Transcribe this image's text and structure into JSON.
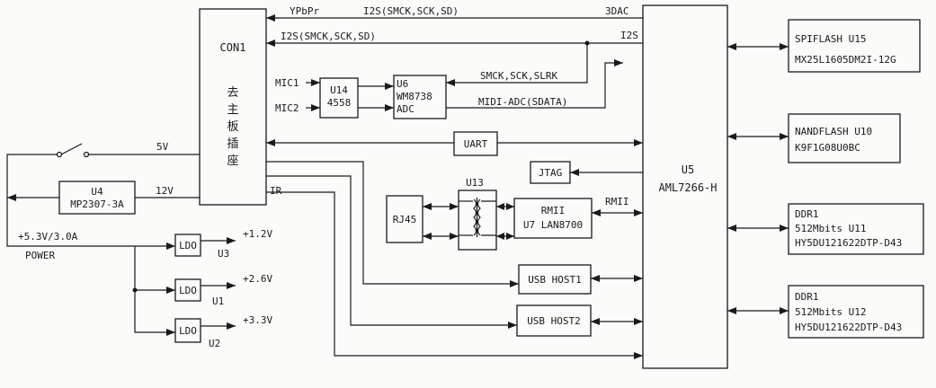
{
  "diagram": {
    "con1": {
      "label": "CON1",
      "desc": [
        "去",
        "主",
        "板",
        "插",
        "座"
      ]
    },
    "u5": {
      "ref": "U5",
      "part": "AML7266-H"
    },
    "u14": {
      "ref": "U14",
      "part": "4558"
    },
    "u6": {
      "ref": "U6",
      "part": "WM8738",
      "sub": "ADC"
    },
    "u4": {
      "ref": "U4",
      "part": "MP2307-3A"
    },
    "u13": {
      "ref": "U13"
    },
    "u7": {
      "line1": "RMII",
      "line2": "U7 LAN8700"
    },
    "rj45": "RJ45",
    "uart": "UART",
    "jtag": "JTAG",
    "usb1": "USB HOST1",
    "usb2": "USB HOST2",
    "ldo": "LDO",
    "ldo_refs": [
      "U3",
      "U1",
      "U2"
    ],
    "rails": [
      "+1.2V",
      "+2.6V",
      "+3.3V"
    ],
    "spiflash": {
      "line1": "SPIFLASH  U15",
      "line2": "MX25L1605DM2I-12G"
    },
    "nandflash": {
      "line1": "NANDFLASH  U10",
      "line2": "K9F1G08U0BC"
    },
    "ddr1": {
      "line1": "DDR1",
      "line2": "512Mbits  U11",
      "line3": "HY5DU121622DTP-D43"
    },
    "ddr2": {
      "line1": "DDR1",
      "line2": "512Mbits  U12",
      "line3": "HY5DU121622DTP-D43"
    },
    "signals": {
      "ypbpr": "YPbPr",
      "i2s_top": "I2S(SMCK,SCK,SD)",
      "dac": "3DAC",
      "i2s_mid": "I2S(SMCK,SCK,SD)",
      "i2s": "I2S",
      "mic1": "MIC1",
      "mic2": "MIC2",
      "smck": "SMCK,SCK,SLRK",
      "midi": "MIDI-ADC(SDATA)",
      "v5": "5V",
      "v12": "12V",
      "ir": "IR",
      "rmii": "RMII",
      "pwr_in": "+5.3V/3.0A",
      "power": "POWER"
    }
  }
}
